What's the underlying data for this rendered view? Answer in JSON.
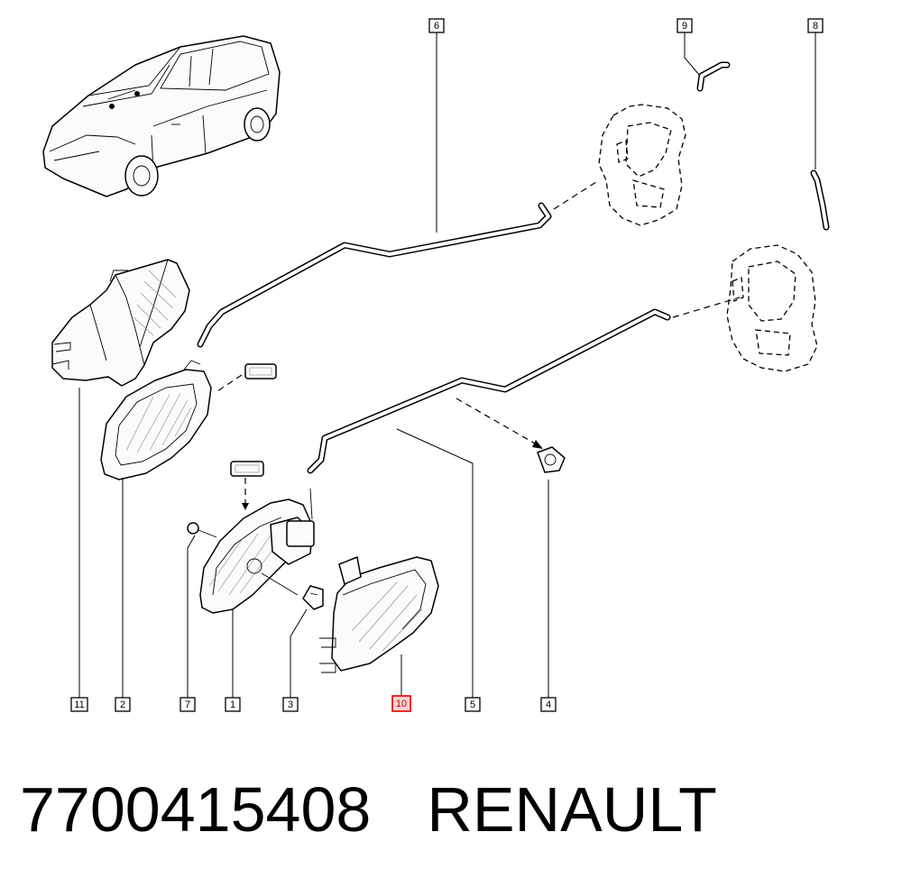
{
  "callouts": {
    "c1": "1",
    "c2": "2",
    "c3": "3",
    "c4": "4",
    "c5": "5",
    "c6": "6",
    "c7": "7",
    "c8": "8",
    "c9": "9",
    "c10": "10",
    "c11": "11"
  },
  "highlighted_callout": "10",
  "footer": {
    "part_number": "7700415408",
    "brand": "RENAULT"
  },
  "colors": {
    "line": "#000000",
    "highlight": "#e00000"
  }
}
